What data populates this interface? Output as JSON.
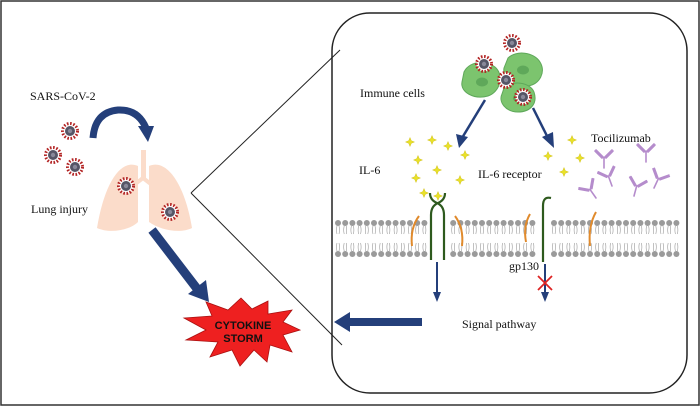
{
  "labels": {
    "virus": "SARS-CoV-2",
    "lung_injury": "Lung injury",
    "immune_cells": "Immune cells",
    "il6": "IL-6",
    "il6_receptor": "IL-6 receptor",
    "drug": "Tocilizumab",
    "gp130": "gp130",
    "signal": "Signal pathway",
    "storm_line1": "CYTOKINE",
    "storm_line2": "STORM"
  },
  "colors": {
    "frame": "#333333",
    "arrow": "#243f7a",
    "cell": "#7cc46e",
    "cell_dark": "#5fa85a",
    "cytokine": "#e9e12a",
    "receptor_green": "#2e5a1e",
    "receptor_orange": "#e08a2c",
    "antibody": "#b58ccc",
    "membrane_head": "#9a9a9a",
    "lung": "#fbdcca",
    "virus_core": "#555566",
    "virus_spike": "#b22222",
    "storm": "#ee2020",
    "block": "#dd2222"
  },
  "icons": {
    "virus": "virus-icon",
    "lung": "lungs-icon",
    "antibody": "antibody-icon",
    "block": "block-cross-icon",
    "storm": "explosion-icon"
  }
}
